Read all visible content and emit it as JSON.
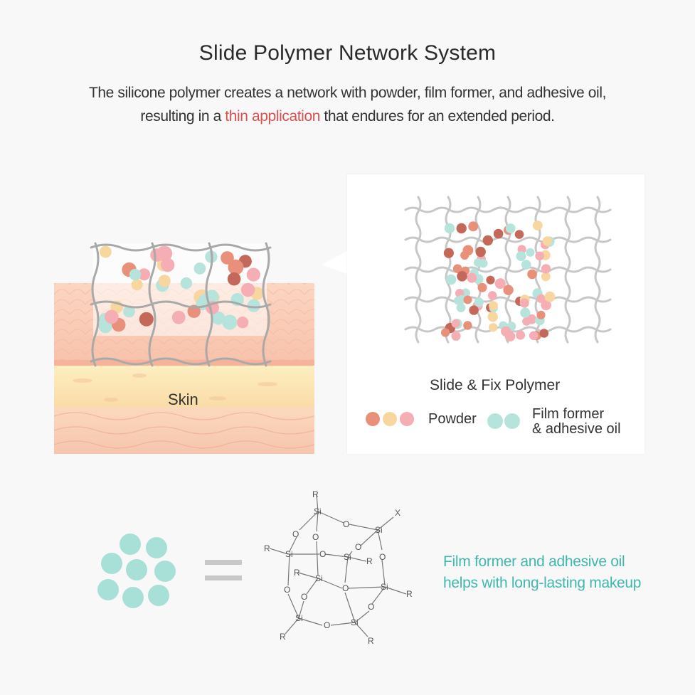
{
  "header": {
    "title": "Slide Polymer Network System",
    "subtitle_line1": "The silicone polymer creates a network with powder, film former, and adhesive oil,",
    "subtitle_line2_pre": "resulting in a ",
    "subtitle_line2_highlight": "thin application",
    "subtitle_line2_post": " that endures for an extended period."
  },
  "skin": {
    "label": "Skin"
  },
  "network": {
    "label": "Slide & Fix Polymer"
  },
  "legend": {
    "powder": "Powder",
    "film_line1": "Film former",
    "film_line2": "& adhesive oil"
  },
  "bottom": {
    "note_line1": "Film former and adhesive oil",
    "note_line2": "helps with long-lasting makeup"
  },
  "molecule": {
    "si": "Si",
    "o": "O",
    "r": "R",
    "x": "X"
  },
  "colors": {
    "powder_red": "#e8907a",
    "powder_yellow": "#f7d6a0",
    "powder_pink": "#f4aeb4",
    "powder_brown": "#c4695a",
    "film_teal": "#b7e3dd",
    "accent_teal": "#3fb8ae",
    "highlight_red": "#d9514e",
    "skin_top": "#f9c9b3",
    "skin_mid": "#fce7b3",
    "skin_bottom": "#f7cdb6"
  }
}
